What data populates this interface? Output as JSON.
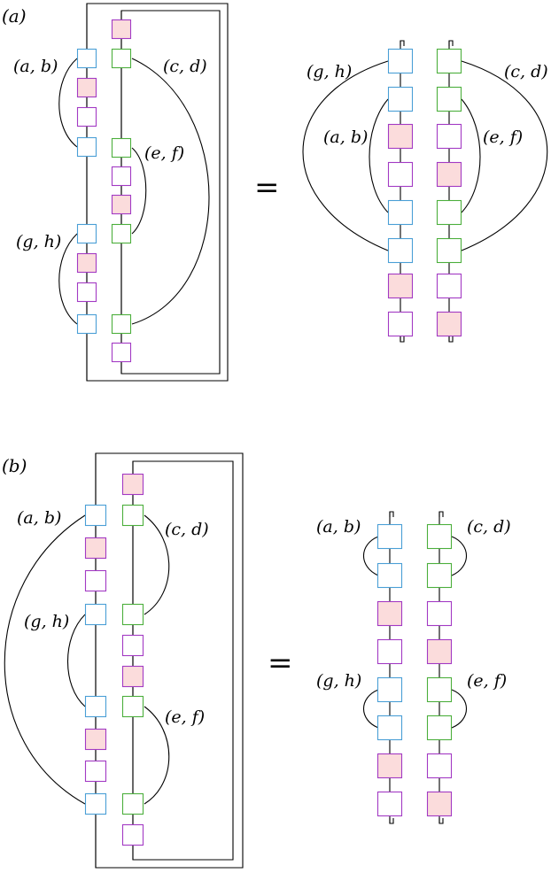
{
  "colors": {
    "blue": "#4a9fd6",
    "green": "#4caf3c",
    "purple": "#a33ac4",
    "pink_fill": "#fbdcdc",
    "line": "#000000"
  },
  "panel_a": {
    "tag": "(a)",
    "equals": "=",
    "labels": {
      "ab_left": "(a, b)",
      "gh_left": "(g, h)",
      "cd_left": "(c, d)",
      "ef_left": "(e, f)",
      "gh_right": "(g, h)",
      "ab_right": "(a, b)",
      "cd_right": "(c, d)",
      "ef_right": "(e, f)"
    },
    "left_col1": [
      "blue",
      "pink",
      "purple",
      "blue",
      "blue",
      "pink",
      "purple",
      "blue"
    ],
    "left_col2": [
      "pink",
      "green",
      "green",
      "purple",
      "pink",
      "green",
      "green",
      "purple"
    ],
    "right_col1": [
      "blue",
      "blue",
      "pink",
      "purple",
      "blue",
      "blue",
      "pink",
      "purple"
    ],
    "right_col2": [
      "green",
      "green",
      "purple",
      "pink",
      "green",
      "green",
      "purple",
      "pink"
    ]
  },
  "panel_b": {
    "tag": "(b)",
    "equals": "=",
    "labels": {
      "ab_left": "(a, b)",
      "gh_left": "(g, h)",
      "cd_left": "(c, d)",
      "ef_left": "(e, f)",
      "ab_right": "(a, b)",
      "cd_right": "(c, d)",
      "gh_right": "(g, h)",
      "ef_right": "(e, f)"
    },
    "left_col1": [
      "blue",
      "pink",
      "purple",
      "blue",
      "blue",
      "pink",
      "purple",
      "blue"
    ],
    "left_col2": [
      "pink",
      "green",
      "green",
      "purple",
      "pink",
      "green",
      "green",
      "purple"
    ],
    "right_col1": [
      "blue",
      "blue",
      "pink",
      "purple",
      "blue",
      "blue",
      "pink",
      "purple"
    ],
    "right_col2": [
      "green",
      "green",
      "purple",
      "pink",
      "green",
      "green",
      "purple",
      "pink"
    ]
  }
}
